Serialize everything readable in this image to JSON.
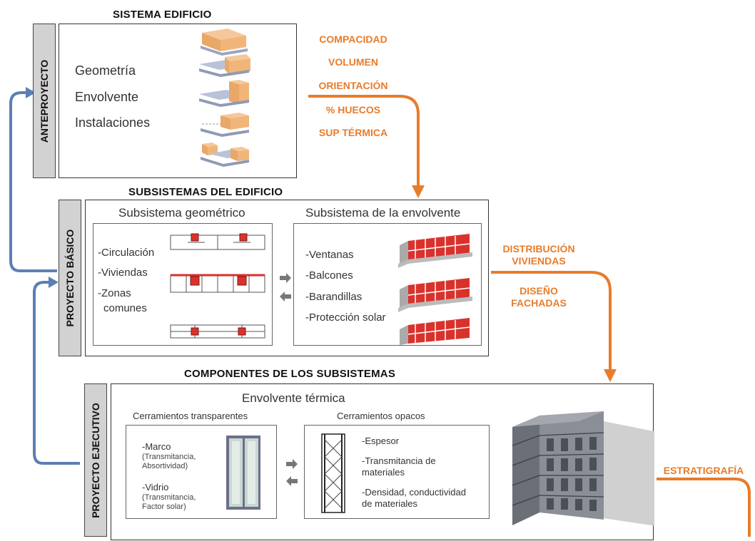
{
  "anteproyecto": {
    "section_title": "SISTEMA EDIFICIO",
    "tab_label": "ANTEPROYECTO",
    "items": [
      "Geometría",
      "Envolvente",
      "Instalaciones"
    ]
  },
  "flow_1": [
    "COMPACIDAD",
    "VOLUMEN",
    "ORIENTACIÓN",
    "% HUECOS",
    "SUP TÉRMICA"
  ],
  "basico": {
    "section_title": "SUBSISTEMAS DEL EDIFICIO",
    "tab_label": "PROYECTO BÁSICO",
    "geom_title": "Subsistema geométrico",
    "geom_items": [
      "-Circulación",
      "-Viviendas",
      "-Zonas",
      "comunes"
    ],
    "env_title": "Subsistema de la envolvente",
    "env_items": [
      "-Ventanas",
      "-Balcones",
      "-Barandillas",
      "-Protección solar"
    ]
  },
  "flow_2": [
    "DISTRIBUCIÓN",
    "VIVIENDAS",
    "DISEÑO",
    "FACHADAS"
  ],
  "ejecutivo": {
    "section_title": "COMPONENTES DE LOS SUBSISTEMAS",
    "tab_label": "PROYECTO EJECUTIVO",
    "main_title": "Envolvente térmica",
    "transp_title": "Cerramientos transparentes",
    "transp_items": [
      "-Marco",
      "(Transmitancia,",
      "Absortividad)",
      "-Vidrio",
      "(Transmitancia,",
      "Factor solar)"
    ],
    "opaco_title": "Cerramientos opacos",
    "opaco_items": [
      "-Espesor",
      "-Transmitancia de",
      "materiales",
      "-Densidad, conductividad",
      "de materiales"
    ]
  },
  "flow_3": "ESTRATIGRAFÍA",
  "colors": {
    "orange": "#e87c2a",
    "blue": "#5b7fb5",
    "red": "#d9322c",
    "tab_gray": "#d2d2d2"
  }
}
